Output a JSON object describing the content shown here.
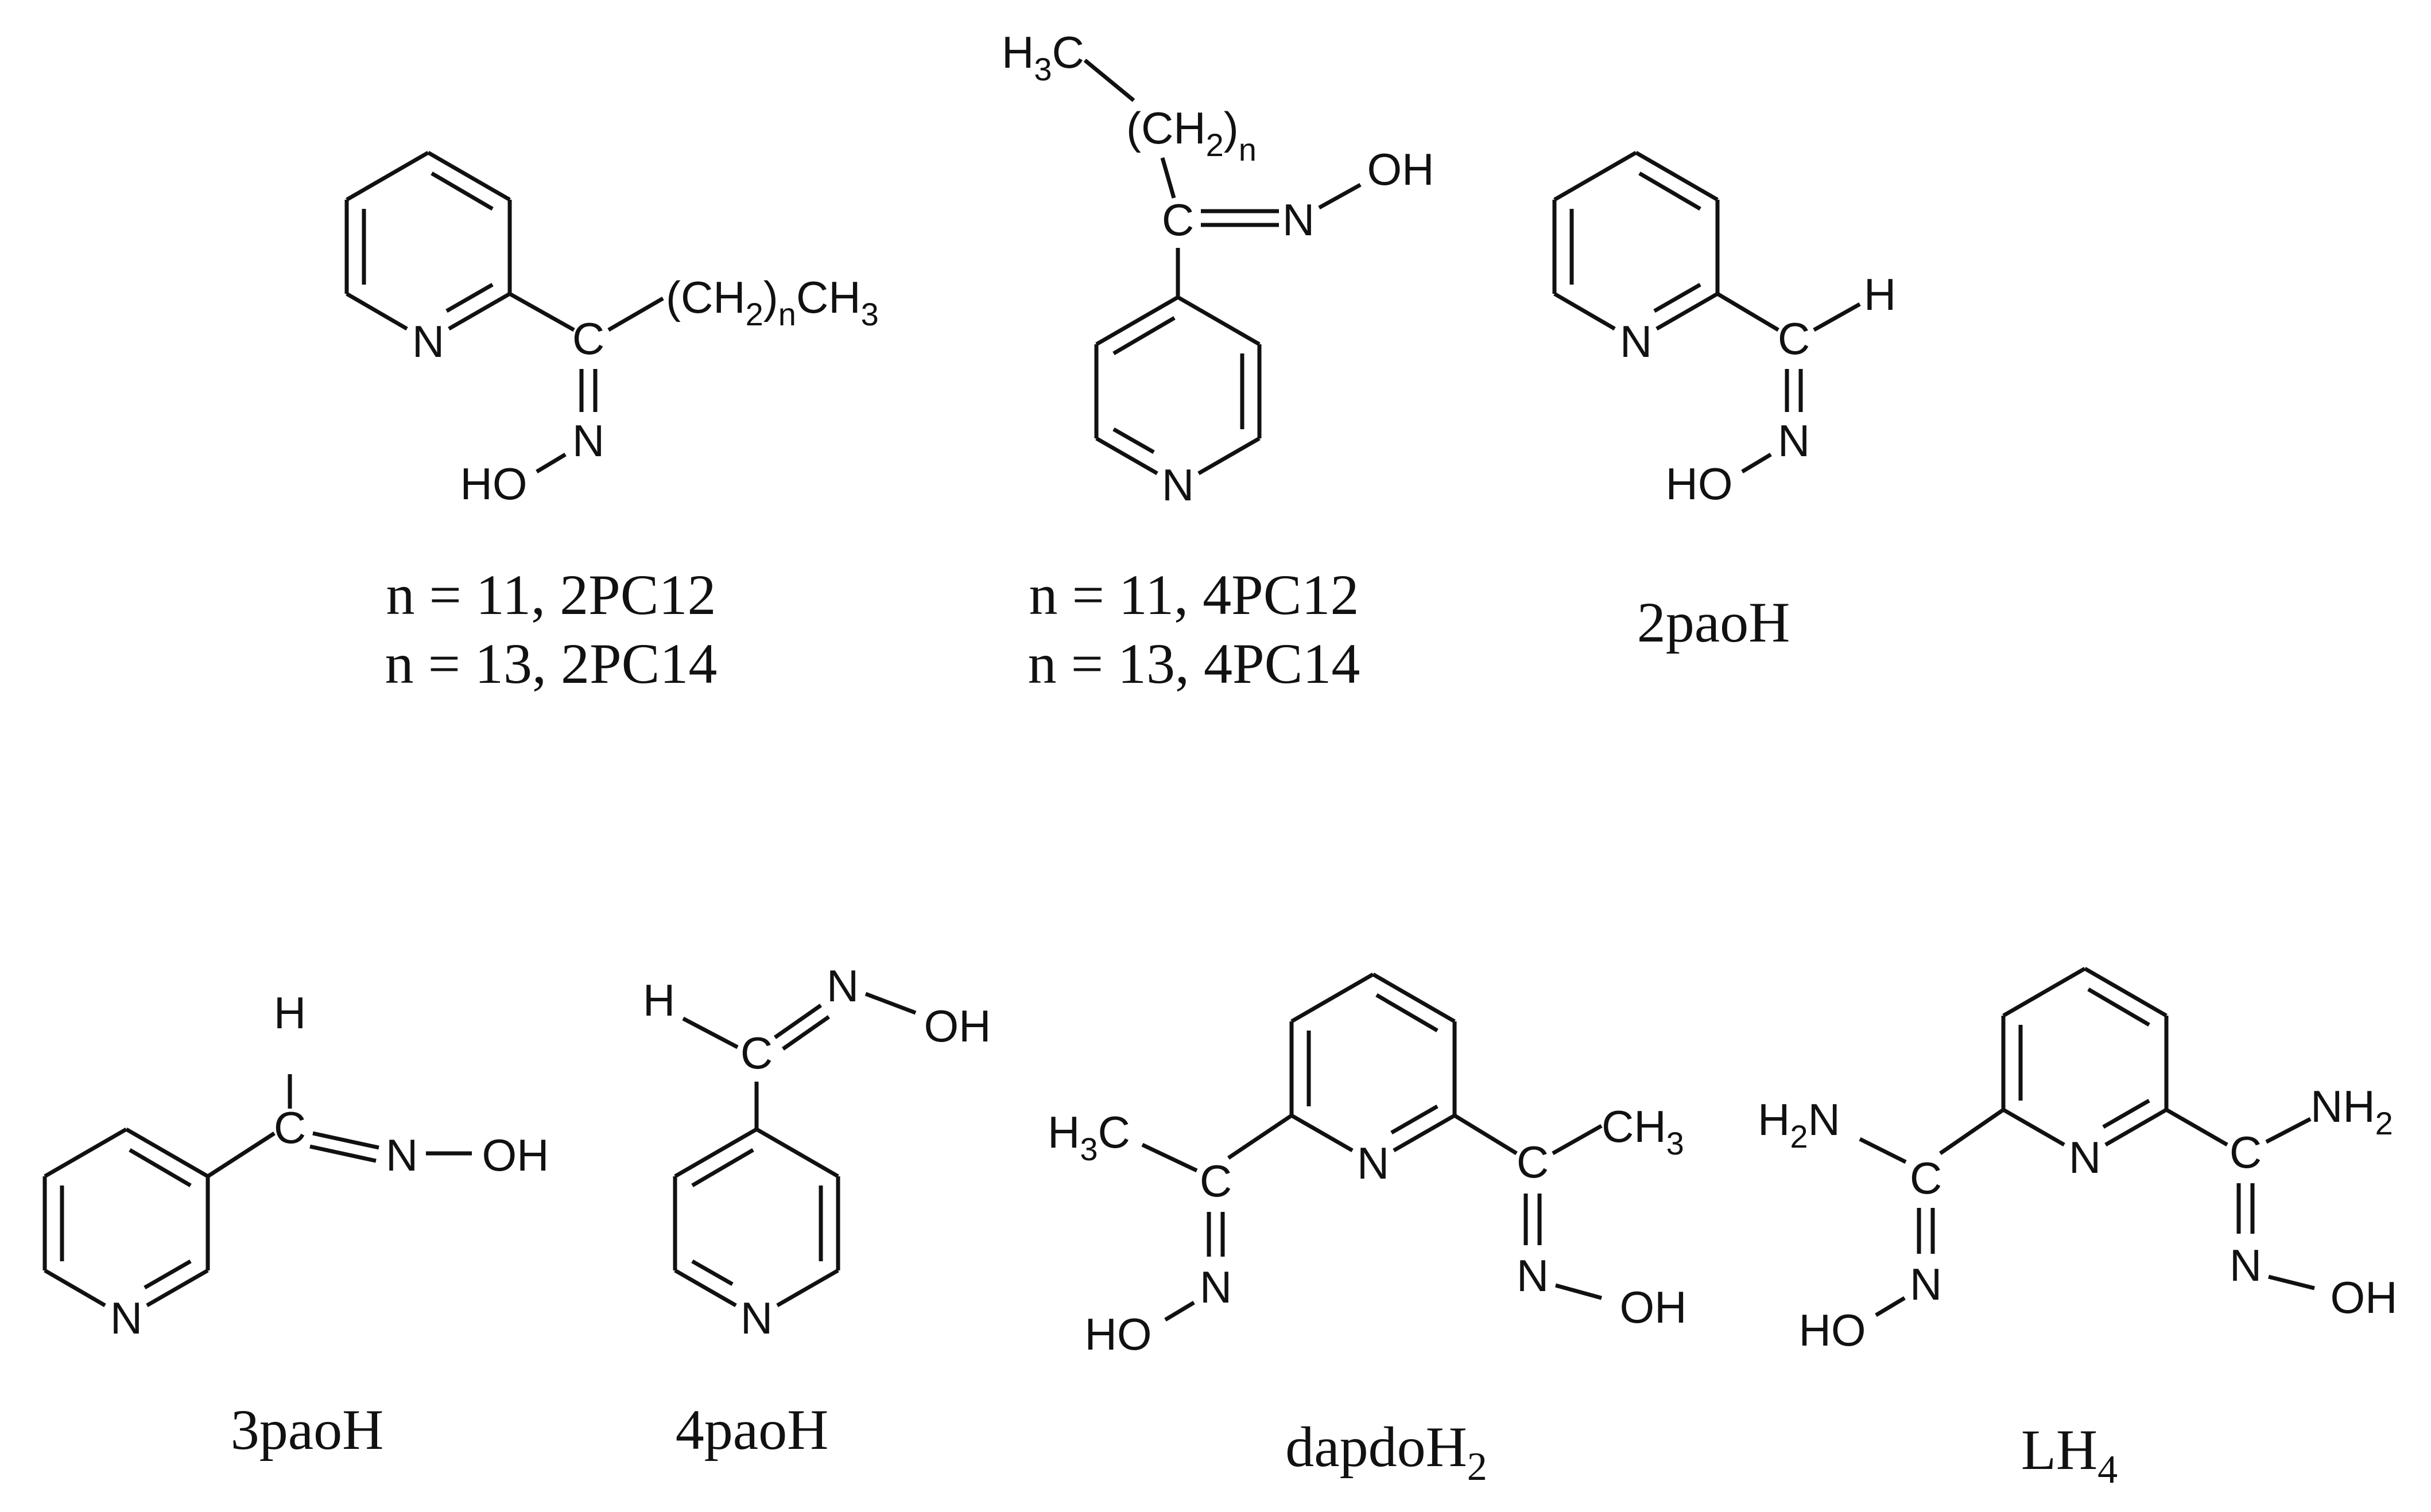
{
  "labels": {
    "N": "N",
    "C": "C",
    "H": "H",
    "HO": "HO",
    "OH": "OH",
    "H3C_main": "H",
    "H3C_sub": "3",
    "H3C_tail": "C",
    "CH3_main": "CH",
    "CH3_sub": "3",
    "H2N_main": "H",
    "H2N_sub": "2",
    "H2N_tail": "N",
    "NH2_main": "NH",
    "NH2_sub": "2",
    "CH2n_open": "(CH",
    "CH2n_sub": "2",
    "CH2n_close": ")",
    "CH2n_n": "n",
    "CH2nCH3_tail": "CH",
    "CH2nCH3_sub": "3"
  },
  "compounds": {
    "c2pc": {
      "caption_line1": "n = 11, 2PC12",
      "caption_line2": "n = 13, 2PC14"
    },
    "c4pc": {
      "caption_line1": "n = 11, 4PC12",
      "caption_line2": "n = 13, 4PC14"
    },
    "c2pao": {
      "caption": "2paoH"
    },
    "c3pao": {
      "caption": "3paoH"
    },
    "c4pao": {
      "caption": "4paoH"
    },
    "cdapdo": {
      "caption_main": "dapdoH",
      "caption_sub": "2"
    },
    "clh4": {
      "caption_main": "LH",
      "caption_sub": "4"
    }
  },
  "colors": {
    "ink": "#111111",
    "background": "#ffffff"
  }
}
